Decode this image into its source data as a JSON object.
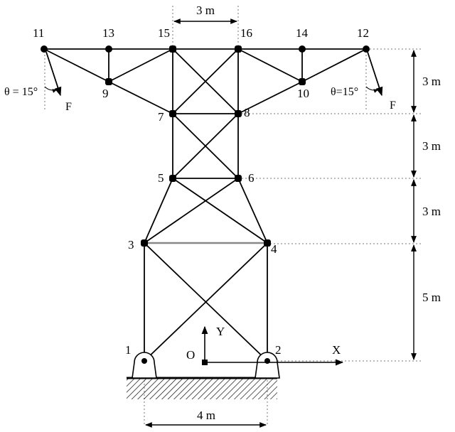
{
  "nodes": [
    {
      "id": "1",
      "label": "1"
    },
    {
      "id": "2",
      "label": "2"
    },
    {
      "id": "3",
      "label": "3"
    },
    {
      "id": "4",
      "label": "4"
    },
    {
      "id": "5",
      "label": "5"
    },
    {
      "id": "6",
      "label": "6"
    },
    {
      "id": "7",
      "label": "7"
    },
    {
      "id": "8",
      "label": "8"
    },
    {
      "id": "9",
      "label": "9"
    },
    {
      "id": "10",
      "label": "10"
    },
    {
      "id": "11",
      "label": "11"
    },
    {
      "id": "12",
      "label": "12"
    },
    {
      "id": "13",
      "label": "13"
    },
    {
      "id": "14",
      "label": "14"
    },
    {
      "id": "15",
      "label": "15"
    },
    {
      "id": "16",
      "label": "16"
    }
  ],
  "members": [
    [
      "11",
      "13"
    ],
    [
      "13",
      "15"
    ],
    [
      "15",
      "16"
    ],
    [
      "16",
      "14"
    ],
    [
      "14",
      "12"
    ],
    [
      "11",
      "9"
    ],
    [
      "9",
      "7"
    ],
    [
      "13",
      "9"
    ],
    [
      "9",
      "15"
    ],
    [
      "12",
      "10"
    ],
    [
      "10",
      "8"
    ],
    [
      "14",
      "10"
    ],
    [
      "10",
      "16"
    ],
    [
      "15",
      "7"
    ],
    [
      "16",
      "8"
    ],
    [
      "15",
      "8"
    ],
    [
      "16",
      "7"
    ],
    [
      "7",
      "8"
    ],
    [
      "7",
      "5"
    ],
    [
      "8",
      "6"
    ],
    [
      "7",
      "6"
    ],
    [
      "8",
      "5"
    ],
    [
      "5",
      "6"
    ],
    [
      "5",
      "3"
    ],
    [
      "6",
      "4"
    ],
    [
      "5",
      "4"
    ],
    [
      "6",
      "3"
    ],
    [
      "3",
      "4"
    ],
    [
      "3",
      "1"
    ],
    [
      "4",
      "2"
    ],
    [
      "3",
      "2"
    ],
    [
      "4",
      "1"
    ]
  ],
  "dimensions": {
    "top_width": "3 m",
    "base_width": "4 m",
    "vertical": [
      "3 m",
      "3 m",
      "3 m",
      "5 m"
    ]
  },
  "loads": {
    "left": {
      "force": "F",
      "angle": "θ = 15°"
    },
    "right": {
      "force": "F",
      "angle": "θ=15°"
    }
  },
  "axes": {
    "origin": "O",
    "x": "X",
    "y": "Y"
  }
}
